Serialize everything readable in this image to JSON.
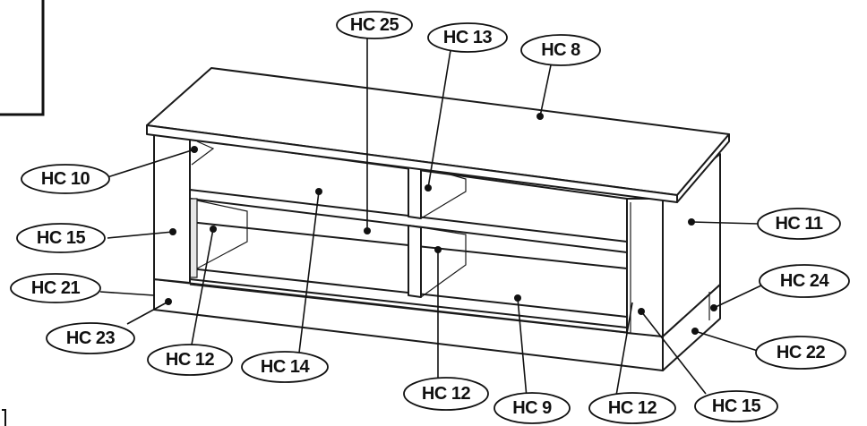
{
  "labels": [
    {
      "id": "top",
      "text": "HC 25"
    },
    {
      "id": "l2",
      "text": "HC 13"
    },
    {
      "id": "l3",
      "text": "HC 8"
    },
    {
      "id": "l4",
      "text": "HC 10"
    },
    {
      "id": "l5",
      "text": "HC 15"
    },
    {
      "id": "l6",
      "text": "HC 21"
    },
    {
      "id": "l7",
      "text": "HC 23"
    },
    {
      "id": "l8",
      "text": "HC 12"
    },
    {
      "id": "l9",
      "text": "HC 14"
    },
    {
      "id": "l10",
      "text": "HC 12"
    },
    {
      "id": "l11",
      "text": "HC 9"
    },
    {
      "id": "l12",
      "text": "HC 12"
    },
    {
      "id": "l13",
      "text": "HC 15"
    },
    {
      "id": "l14",
      "text": "HC 22"
    },
    {
      "id": "l15",
      "text": "HC 24"
    },
    {
      "id": "l16",
      "text": "HC 11"
    }
  ]
}
